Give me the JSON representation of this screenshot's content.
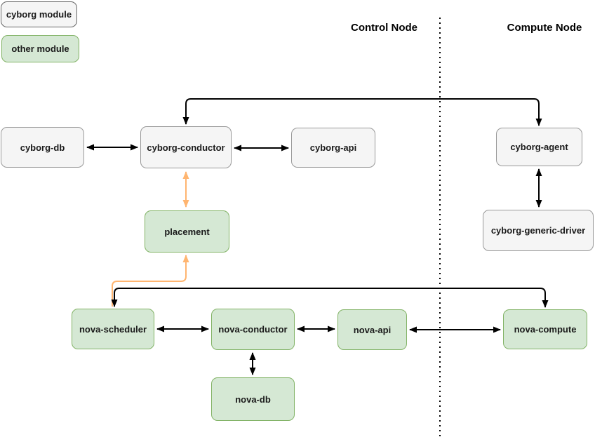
{
  "legend": {
    "cyborg_module": "cyborg module",
    "other_module": "other module"
  },
  "headers": {
    "control_node": "Control Node",
    "compute_node": "Compute Node"
  },
  "nodes": {
    "cyborg_db": "cyborg-db",
    "cyborg_conductor": "cyborg-conductor",
    "cyborg_api": "cyborg-api",
    "cyborg_agent": "cyborg-agent",
    "cyborg_generic_driver": "cyborg-generic-driver",
    "placement": "placement",
    "nova_scheduler": "nova-scheduler",
    "nova_conductor": "nova-conductor",
    "nova_api": "nova-api",
    "nova_compute": "nova-compute",
    "nova_db": "nova-db"
  },
  "edges": [
    {
      "from": "cyborg-db",
      "to": "cyborg-conductor",
      "color": "black",
      "bidirectional": true
    },
    {
      "from": "cyborg-conductor",
      "to": "cyborg-api",
      "color": "black",
      "bidirectional": true
    },
    {
      "from": "cyborg-conductor",
      "to": "cyborg-agent",
      "color": "black",
      "bidirectional": true,
      "route": "over-top"
    },
    {
      "from": "cyborg-conductor",
      "to": "placement",
      "color": "orange",
      "bidirectional": true
    },
    {
      "from": "nova-scheduler",
      "to": "placement",
      "color": "orange",
      "bidirectional": false
    },
    {
      "from": "cyborg-agent",
      "to": "cyborg-generic-driver",
      "color": "black",
      "bidirectional": true
    },
    {
      "from": "nova-scheduler",
      "to": "nova-conductor",
      "color": "black",
      "bidirectional": true
    },
    {
      "from": "nova-conductor",
      "to": "nova-api",
      "color": "black",
      "bidirectional": true
    },
    {
      "from": "nova-api",
      "to": "nova-compute",
      "color": "black",
      "bidirectional": true
    },
    {
      "from": "nova-scheduler",
      "to": "nova-compute",
      "color": "black",
      "bidirectional": true,
      "route": "over-top"
    },
    {
      "from": "nova-conductor",
      "to": "nova-db",
      "color": "black",
      "bidirectional": true
    }
  ],
  "colors": {
    "cyborg_module_fill": "#f5f5f5",
    "cyborg_module_border": "#999999",
    "other_module_fill": "#d5e8d4",
    "other_module_border": "#82b366",
    "connector": "#000000",
    "highlight_connector": "#ffb570"
  }
}
